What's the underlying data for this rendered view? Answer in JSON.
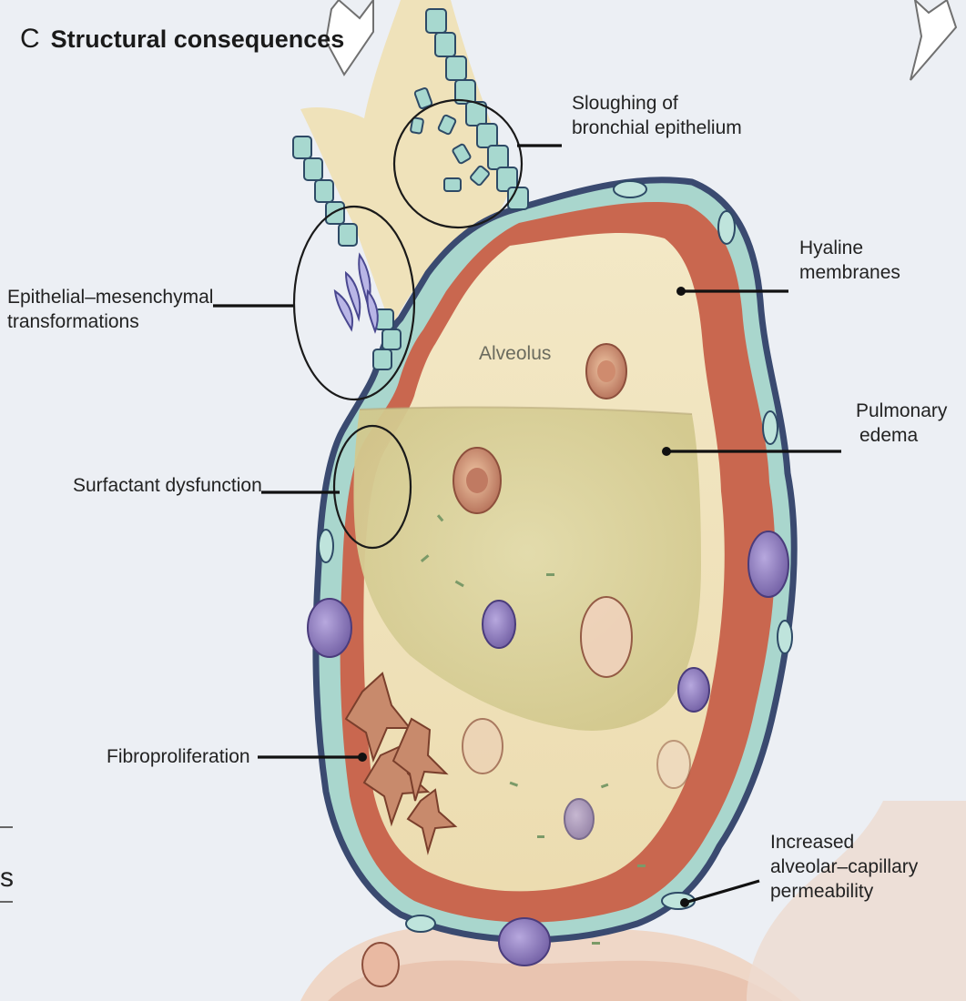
{
  "title": {
    "letter": "C",
    "text": "Structural consequences"
  },
  "labels": {
    "sloughing": [
      "Sloughing of",
      "bronchial epithelium"
    ],
    "hyaline": [
      "Hyaline",
      "membranes"
    ],
    "emt": [
      "Epithelial–mesenchymal",
      "transformations"
    ],
    "alveolus": "Alveolus",
    "edema": [
      "Pulmonary",
      "edema"
    ],
    "surfactant": "Surfactant dysfunction",
    "fibro": "Fibroproliferation",
    "permeability": [
      "Increased",
      "alveolar–capillary",
      "permeability"
    ]
  },
  "edge_text": "s",
  "colors": {
    "background": "#eceff4",
    "alveolus_fill": "#efe2bc",
    "edema_fill": "#ddd4a0",
    "hyaline": "#c9674f",
    "epithelium": "#a8d8cf",
    "wall": "#3f4f72",
    "macrophage": "#c48a73",
    "lymphocyte": "#8c78b8"
  }
}
